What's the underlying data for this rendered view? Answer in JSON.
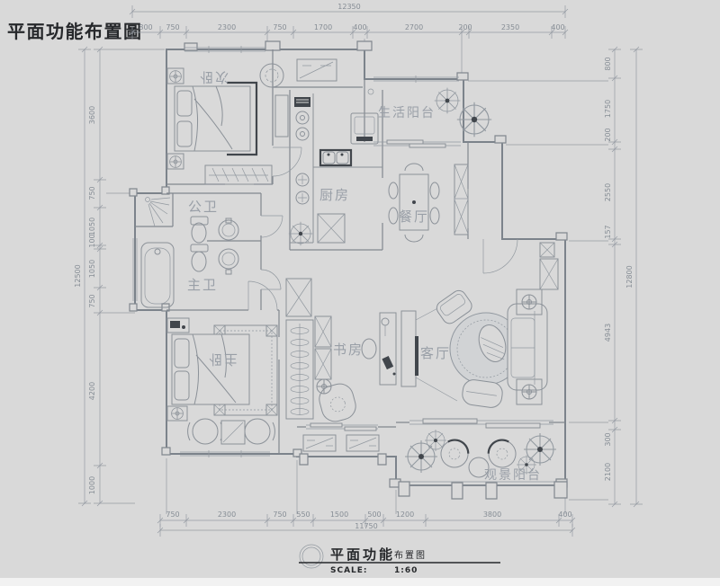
{
  "main_title": "平面功能布置圖",
  "colors": {
    "background": "#d9d9d9",
    "wall_line": "#7c838b",
    "furniture_line": "#8b9198",
    "dimension_text": "#868d95",
    "room_label": "#999fa7",
    "dark_accent": "#41464c",
    "title_text": "#26282b"
  },
  "rooms": {
    "secondary_bedroom": "次卧",
    "living_balcony": "生活阳台",
    "kitchen": "厨房",
    "dining_room": "餐厅",
    "public_bathroom": "公卫",
    "master_bathroom": "主卫",
    "master_bedroom": "主卧",
    "study": "书房",
    "living_room": "客厅",
    "view_balcony": "观景阳台"
  },
  "dimensions": {
    "top": {
      "total": "12350",
      "segments": [
        "800",
        "750",
        "2300",
        "750",
        "1700",
        "400",
        "2700",
        "200",
        "2350",
        "400"
      ]
    },
    "left": {
      "total": "12500",
      "segments": [
        "3600",
        "750",
        "1050",
        "100",
        "1050",
        "750",
        "4200",
        "1000"
      ]
    },
    "right": {
      "total": "12800",
      "segments": [
        "800",
        "1750",
        "200",
        "2550",
        "157",
        "4943",
        "300",
        "2100"
      ]
    },
    "bottom": {
      "total": "11750",
      "segments": [
        "750",
        "2300",
        "750",
        "550",
        "1500",
        "500",
        "1200",
        "3800",
        "400"
      ]
    }
  },
  "title_block": {
    "name": "平面功能",
    "subtitle": "布置图",
    "scale_label": "SCALE:",
    "scale_value": "1:60"
  }
}
